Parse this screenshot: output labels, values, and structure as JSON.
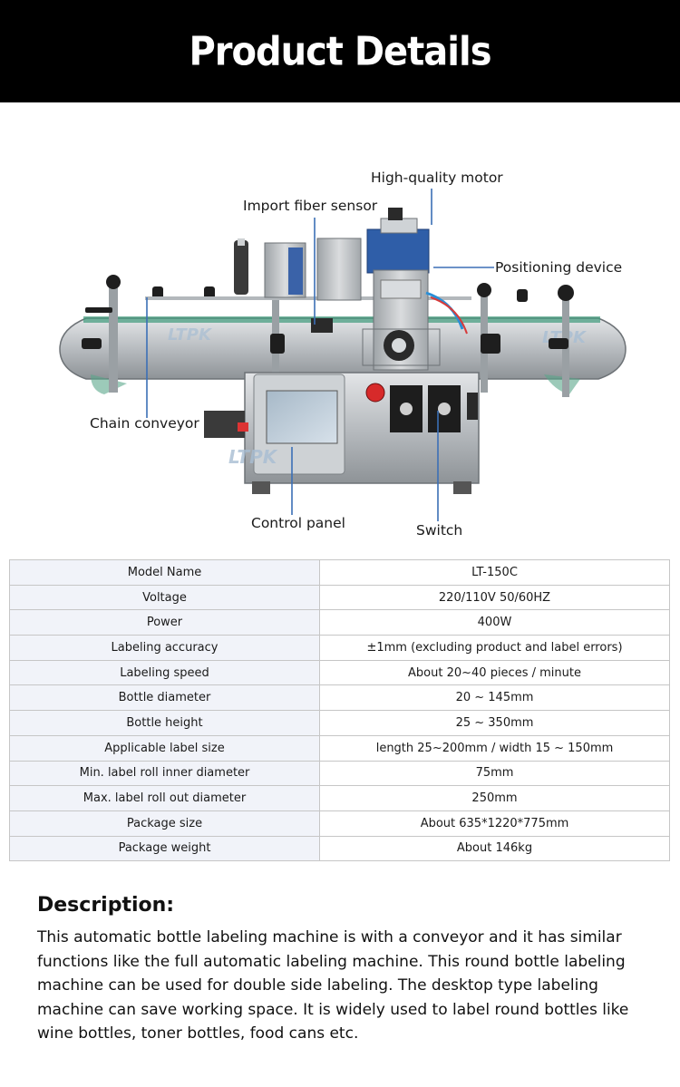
{
  "header": {
    "title": "Product Details"
  },
  "diagram": {
    "watermark": "LTPK",
    "callouts": {
      "motor": "High-quality motor",
      "sensor": "Import fiber sensor",
      "positioning": "Positioning device",
      "conveyor": "Chain conveyor",
      "panel": "Control panel",
      "switch": "Switch"
    },
    "line_color": "#3b6fb6"
  },
  "specs": [
    {
      "key": "Model Name",
      "value": "LT-150C"
    },
    {
      "key": "Voltage",
      "value": "220/110V 50/60HZ"
    },
    {
      "key": "Power",
      "value": "400W"
    },
    {
      "key": "Labeling accuracy",
      "value": "±1mm (excluding product and label errors)"
    },
    {
      "key": "Labeling speed",
      "value": "About 20~40 pieces / minute"
    },
    {
      "key": "Bottle diameter",
      "value": "20 ~ 145mm"
    },
    {
      "key": "Bottle height",
      "value": "25 ~ 350mm"
    },
    {
      "key": "Applicable label size",
      "value": "length 25~200mm / width 15 ~ 150mm"
    },
    {
      "key": "Min. label roll inner diameter",
      "value": "75mm"
    },
    {
      "key": "Max. label roll out diameter",
      "value": "250mm"
    },
    {
      "key": "Package size",
      "value": "About 635*1220*775mm"
    },
    {
      "key": "Package weight",
      "value": "About 146kg"
    }
  ],
  "description": {
    "title": "Description:",
    "text": "This automatic bottle labeling machine is with a conveyor and it has similar functions like the full automatic labeling machine. This round bottle labeling machine can be used for double side labeling. The desktop type labeling machine can save working space. It is widely used to label round bottles like wine bottles, toner bottles, food cans etc."
  }
}
